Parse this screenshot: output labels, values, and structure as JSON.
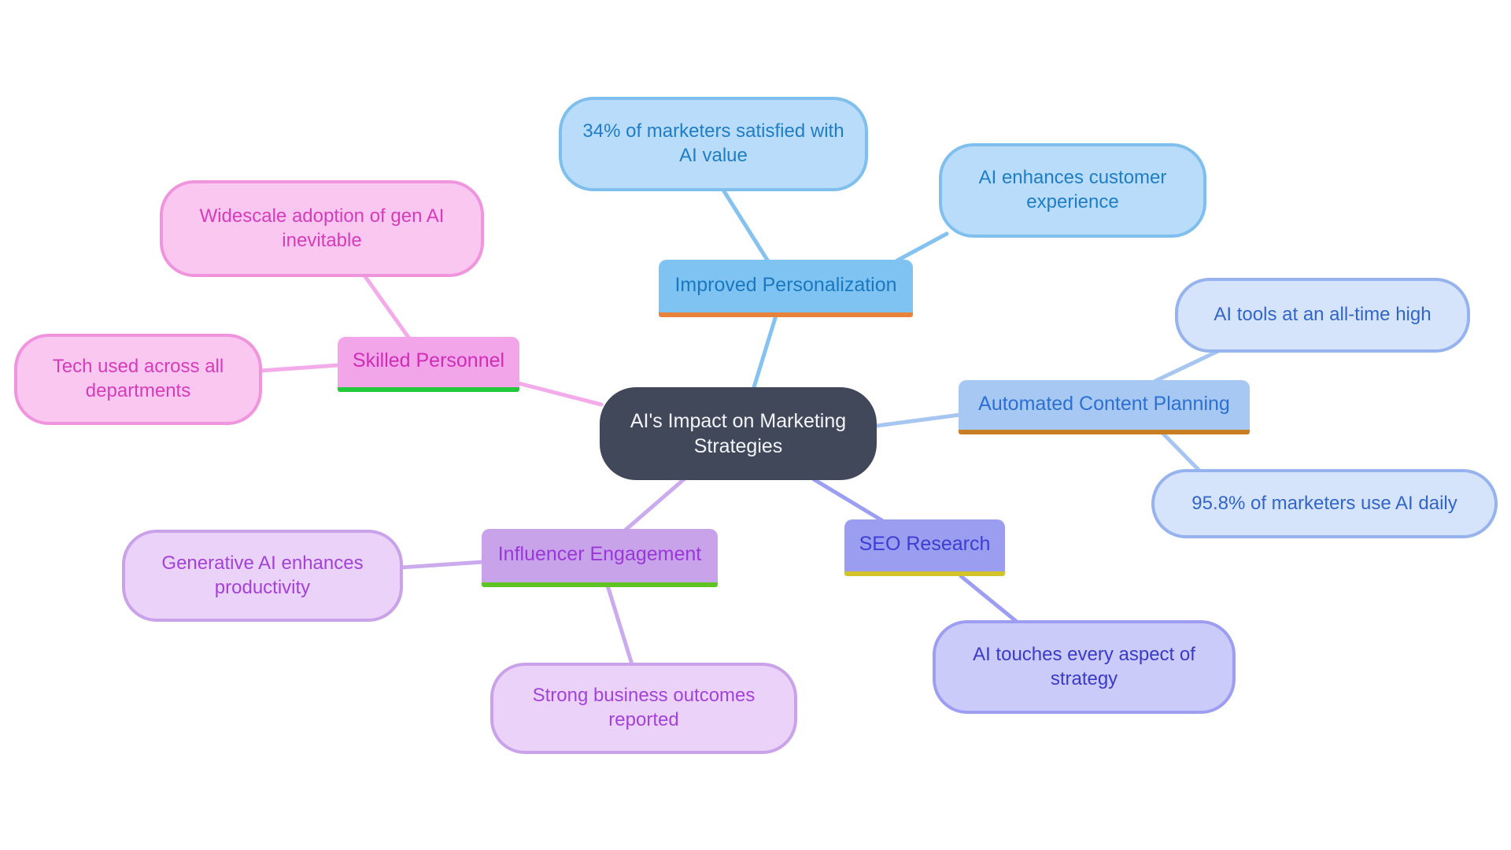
{
  "diagram": {
    "type": "mindmap",
    "background_color": "#ffffff",
    "root": {
      "label": "AI's Impact on Marketing Strategies",
      "fill": "#414859",
      "text_color": "#f4f5fa"
    },
    "branches": [
      {
        "label": "Improved Personalization",
        "fill": "#7ec3f1",
        "text_color": "#1a78c2",
        "underline_color": "#e8823a",
        "connector_color": "#85c2ef",
        "children": [
          "34% of marketers satisfied with AI value",
          "AI enhances customer experience"
        ],
        "child_fill": "#b8dcf9",
        "child_border": "#7fbfee",
        "child_text_color": "#1f7dc6"
      },
      {
        "label": "Automated Content Planning",
        "fill": "#a6c8f2",
        "text_color": "#2b70d2",
        "underline_color": "#ca7e24",
        "connector_color": "#a6c6f1",
        "children": [
          "AI tools at an all-time high",
          "95.8% of marketers use AI daily"
        ],
        "child_fill": "#d6e4fb",
        "child_border": "#96b3ee",
        "child_text_color": "#3166c9"
      },
      {
        "label": "SEO Research",
        "fill": "#9b9df0",
        "text_color": "#3d3dd6",
        "underline_color": "#d3c32b",
        "connector_color": "#9b9ef3",
        "children": [
          "AI touches every aspect of strategy"
        ],
        "child_fill": "#cbcbf9",
        "child_border": "#9d9ef2",
        "child_text_color": "#3a3ac8"
      },
      {
        "label": "Influencer Engagement",
        "fill": "#c9a3ea",
        "text_color": "#9a36da",
        "underline_color": "#5fc322",
        "connector_color": "#cbaaee",
        "children": [
          "Generative AI enhances productivity",
          "Strong business outcomes reported"
        ],
        "child_fill": "#ebd2f9",
        "child_border": "#caa2e9",
        "child_text_color": "#a342d8"
      },
      {
        "label": "Skilled Personnel",
        "fill": "#f3a5e9",
        "text_color": "#d02db6",
        "underline_color": "#22c93a",
        "connector_color": "#f3abe9",
        "children": [
          "Widescale adoption of gen AI inevitable",
          "Tech used across all departments"
        ],
        "child_fill": "#fac7f0",
        "child_border": "#ef94dd",
        "child_text_color": "#d63cba"
      }
    ]
  }
}
